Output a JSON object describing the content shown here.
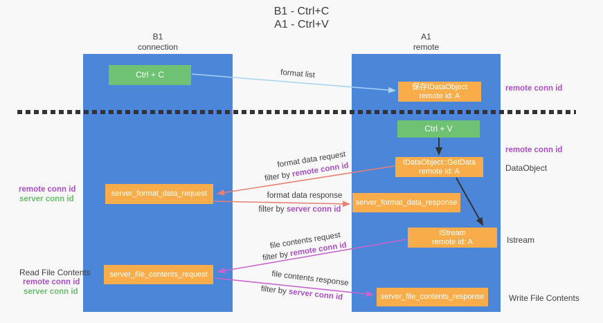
{
  "title": {
    "line1": "B1 - Ctrl+C",
    "line2": "A1 - Ctrl+V"
  },
  "lifelines": {
    "left": {
      "name": "B1",
      "subtitle": "connection"
    },
    "right": {
      "name": "A1",
      "subtitle": "remote"
    }
  },
  "nodes": {
    "ctrl_c": {
      "label": "Ctrl + C"
    },
    "ctrl_v": {
      "label": "Ctrl + V"
    },
    "save_idataobject": {
      "line1": "保存IDataObject",
      "line2": "remote id: A"
    },
    "getdata": {
      "line1": "IDataObject::GetData",
      "line2": "remote id: A"
    },
    "istream": {
      "line1": "IStream",
      "line2": "remote id: A"
    },
    "format_request": {
      "label": "server_format_data_request"
    },
    "format_response": {
      "label": "server_format_data_response"
    },
    "file_request": {
      "label": "server_file_contents_request"
    },
    "file_response": {
      "label": "server_file_contents_response"
    }
  },
  "arrows": {
    "format_list": {
      "label": "format list"
    },
    "format_data_request": {
      "label": "format data request",
      "filter_prefix": "filter by ",
      "filter_id": "remote conn id"
    },
    "format_data_response": {
      "label": "format data response",
      "filter_prefix": "filter by ",
      "filter_id": "server conn id"
    },
    "file_contents_request": {
      "label": "file contents request",
      "filter_prefix": "filter by ",
      "filter_id": "remote conn id"
    },
    "file_contents_response": {
      "label": "file contents response",
      "filter_prefix": "filter by ",
      "filter_id": "server conn id"
    }
  },
  "annotations": {
    "right_remote_conn_top": "remote conn id",
    "right_remote_conn_mid": "remote conn id",
    "right_dataobject": "DataObject",
    "right_istream": "Istream",
    "right_write_file": "Write File Contents",
    "left_remote_conn_format": "remote conn id",
    "left_server_conn_format": "server conn id",
    "left_read_file": "Read File Contents",
    "left_remote_conn_file": "remote conn id",
    "left_server_conn_file": "server conn id"
  },
  "colors": {
    "background": "#f8f8f8",
    "dark_text": "#3d3d3d",
    "lifeline_blue": "#4c86d9",
    "green_box": "#6fc173",
    "orange_box": "#f9ad4a",
    "purple_text": "#a94fc0",
    "green_text": "#67bd6c",
    "salmon_arrow": "#e87f72",
    "magenta_arrow": "#ca64cd",
    "light_blue_arrow": "#a8d4f2",
    "black_arrow": "#333333"
  }
}
